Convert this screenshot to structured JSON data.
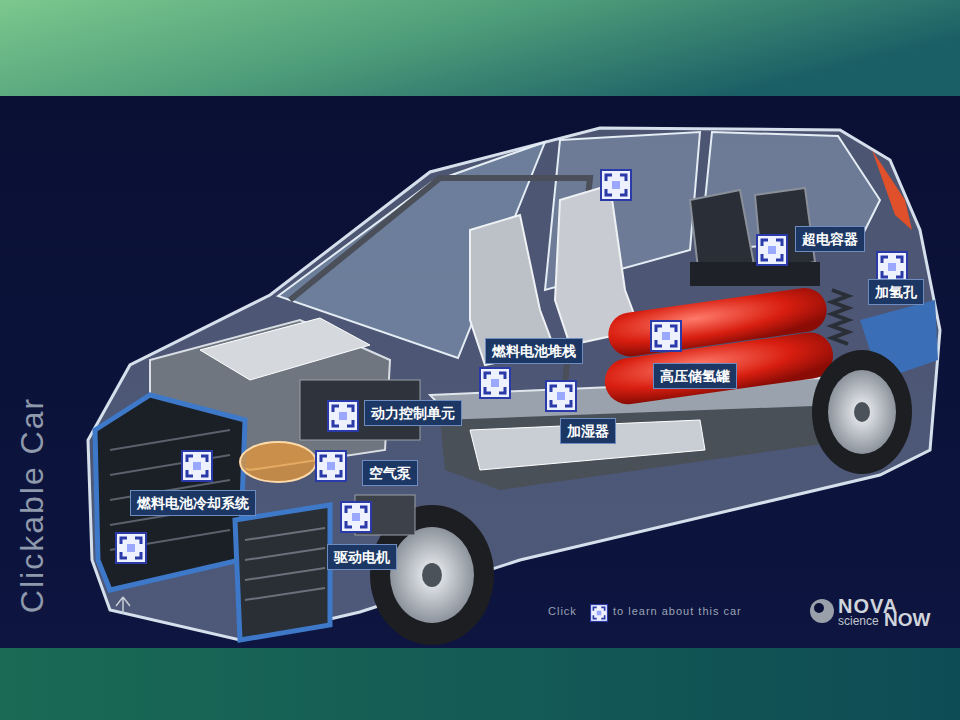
{
  "diagram": {
    "nodes": [
      {
        "text": [
          "超电容器"
        ]
      },
      {
        "text": [
          "加氢孔"
        ]
      },
      {
        "text": [
          "燃料电池堆栈"
        ]
      },
      {
        "text": [
          "高压储氢罐"
        ]
      },
      {
        "text": [
          "动力控制单元"
        ]
      },
      {
        "text": [
          "加湿器"
        ]
      },
      {
        "text": [
          "空气泵"
        ]
      },
      {
        "text": [
          "燃料电池冷却系统"
        ]
      },
      {
        "text": [
          "驱动电机"
        ]
      }
    ],
    "labels": [
      "Clickable Car",
      "Click",
      "to learn about this car",
      "NOVA",
      "science",
      "NOW"
    ]
  }
}
